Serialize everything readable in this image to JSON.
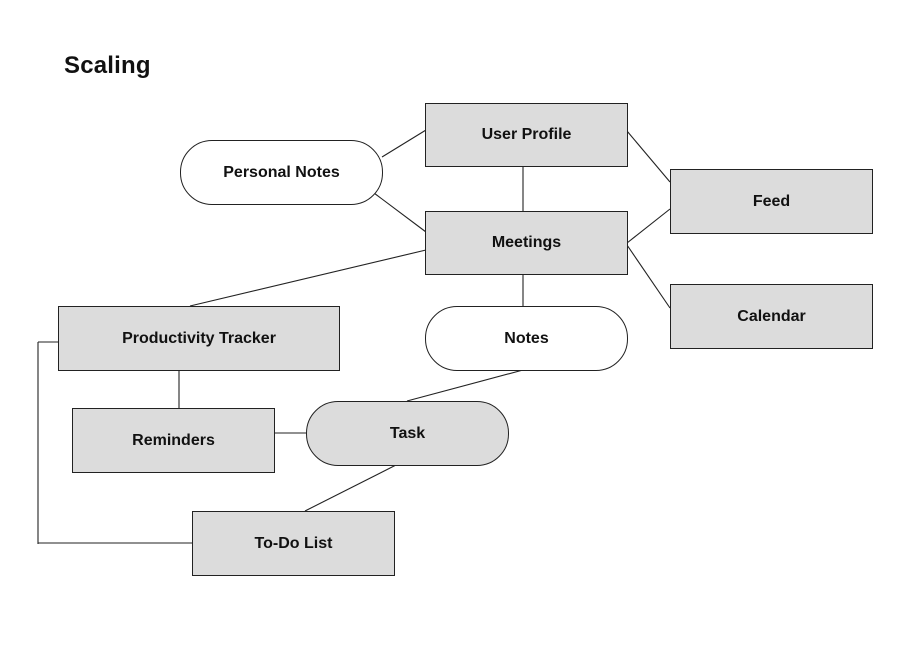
{
  "diagram": {
    "title": "Scaling",
    "nodes": {
      "user_profile": "User Profile",
      "personal_notes": "Personal Notes",
      "meetings": "Meetings",
      "feed": "Feed",
      "calendar": "Calendar",
      "productivity_tracker": "Productivity Tracker",
      "notes": "Notes",
      "reminders": "Reminders",
      "task": "Task",
      "todo_list": "To-Do List"
    },
    "edges": [
      [
        "personal_notes",
        "user_profile"
      ],
      [
        "personal_notes",
        "meetings"
      ],
      [
        "user_profile",
        "meetings"
      ],
      [
        "user_profile",
        "feed"
      ],
      [
        "meetings",
        "feed"
      ],
      [
        "meetings",
        "calendar"
      ],
      [
        "meetings",
        "productivity_tracker"
      ],
      [
        "meetings",
        "notes"
      ],
      [
        "notes",
        "task"
      ],
      [
        "productivity_tracker",
        "reminders"
      ],
      [
        "reminders",
        "task"
      ],
      [
        "task",
        "todo_list"
      ],
      [
        "productivity_tracker",
        "todo_list"
      ]
    ],
    "colors": {
      "box_fill": "#dcdcdc",
      "pill_fill": "#ffffff",
      "stroke": "#222222"
    }
  }
}
